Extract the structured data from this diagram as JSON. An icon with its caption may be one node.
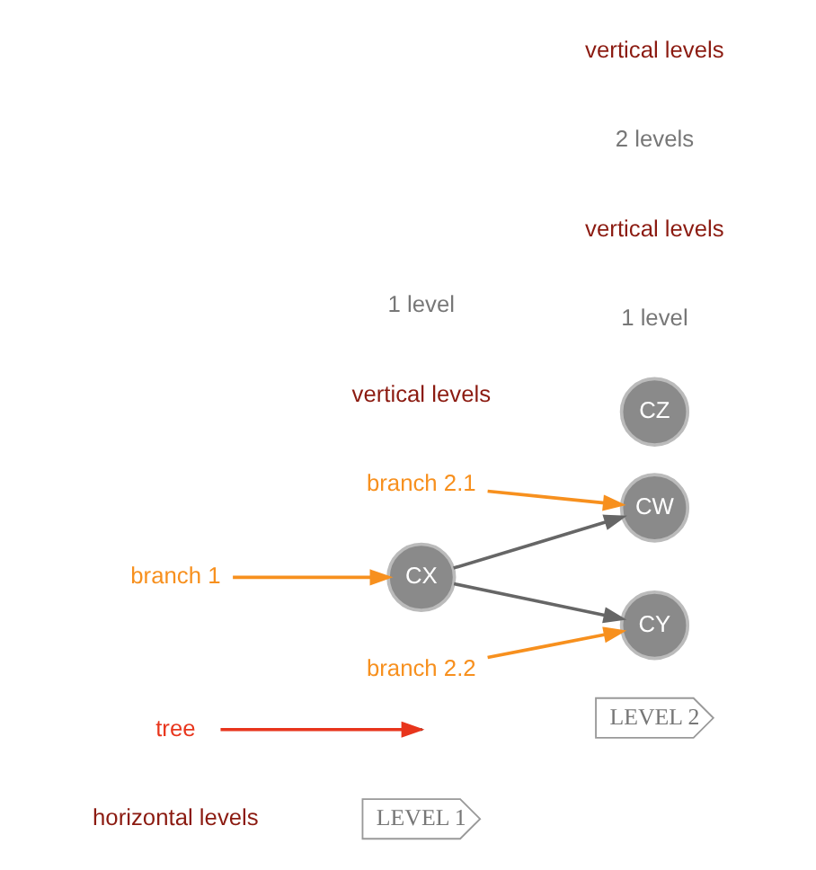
{
  "diagram": {
    "nodes": [
      {
        "text": [
          "LEVEL 1"
        ]
      },
      {
        "text": [
          "LEVEL 2"
        ]
      },
      {
        "text": [
          "tree"
        ]
      },
      {
        "text": [
          "branch 2.1"
        ]
      },
      {
        "text": [
          "CW"
        ]
      },
      {
        "text": [
          "CX"
        ]
      },
      {
        "text": [
          "branch 2.2"
        ]
      },
      {
        "text": [
          "CY"
        ]
      },
      {
        "text": [
          "branch 1"
        ]
      },
      {
        "text": [
          "CZ"
        ]
      }
    ],
    "edges": [
      {
        "from": 5,
        "to": 4,
        "arrow": "to",
        "color": "#666666"
      },
      {
        "from": 5,
        "to": 7,
        "arrow": "to",
        "color": "#666666"
      },
      {
        "from": 2,
        "to": null,
        "arrow": "to",
        "color": "#e8351c"
      },
      {
        "from": 3,
        "to": 4,
        "arrow": "to"
      },
      {
        "from": 6,
        "to": 7,
        "arrow": "to"
      },
      {
        "from": 8,
        "to": 5,
        "arrow": "to"
      }
    ],
    "labels": [
      "horizontal levels",
      "vertical levels",
      "1 level",
      "1 level",
      "vertical levels",
      "2 levels",
      "vertical levels"
    ]
  }
}
